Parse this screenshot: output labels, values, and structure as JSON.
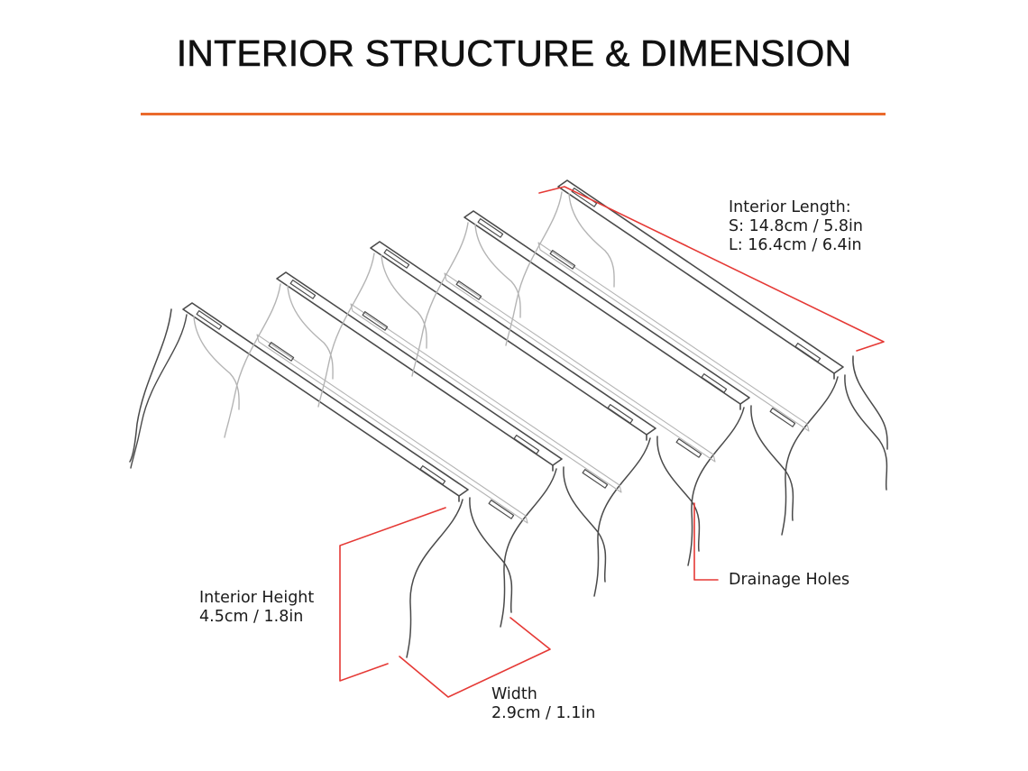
{
  "title": "INTERIOR STRUCTURE & DIMENSION",
  "colors": {
    "accent": "#ea6a2c",
    "dimension": "#e53935",
    "outline": "#4a4a4a",
    "faint": "#b4b4b4",
    "text": "#1a1a1a"
  },
  "labels": {
    "interior_length": {
      "heading": "Interior Length:",
      "small": "S: 14.8cm / 5.8in",
      "large": "L: 16.4cm / 6.4in"
    },
    "interior_height": {
      "heading": "Interior Height",
      "value": "4.5cm / 1.8in"
    },
    "width": {
      "heading": "Width",
      "value": "2.9cm / 1.1in"
    },
    "drainage": "Drainage Holes"
  }
}
